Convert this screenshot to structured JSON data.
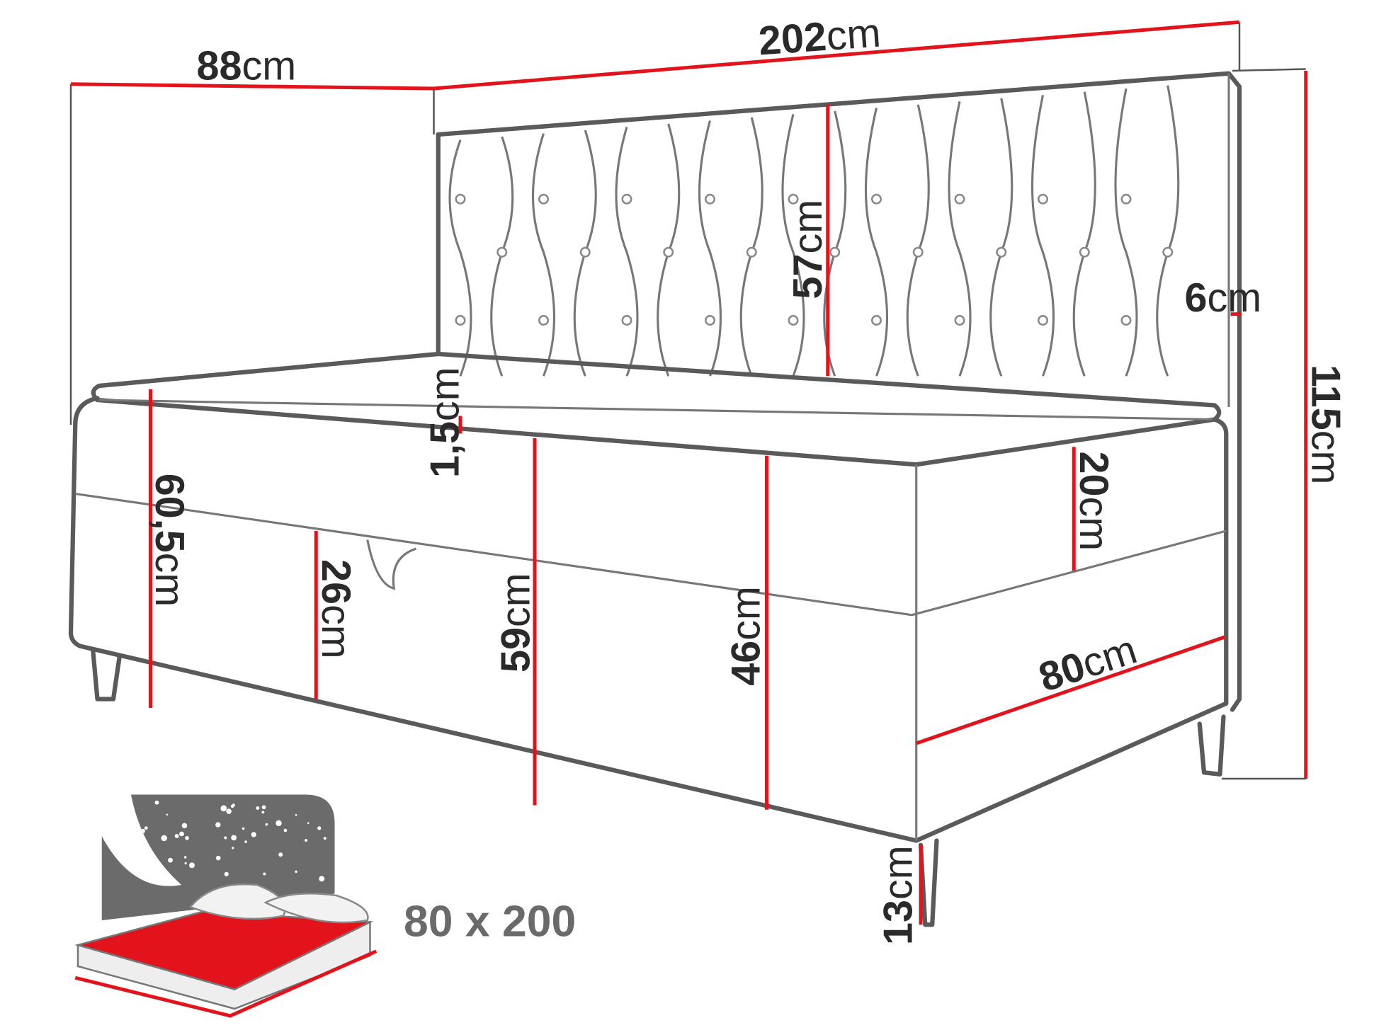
{
  "diagram": {
    "title": "Bed dimensions drawing",
    "accent_color": "#e3131b",
    "dimensions": {
      "depth": {
        "value": "88",
        "unit": "cm"
      },
      "length": {
        "value": "202",
        "unit": "cm"
      },
      "headboard_panel": {
        "value": "57",
        "unit": "cm"
      },
      "headboard_thickness": {
        "value": "6",
        "unit": "cm"
      },
      "total_height": {
        "value": "115",
        "unit": "cm"
      },
      "topper": {
        "value": "1,5",
        "unit": "cm"
      },
      "side_height": {
        "value": "60,5",
        "unit": "cm"
      },
      "storage_height": {
        "value": "26",
        "unit": "cm"
      },
      "mattress_top_height": {
        "value": "59",
        "unit": "cm"
      },
      "sleeping_height": {
        "value": "46",
        "unit": "cm"
      },
      "mattress_thickness": {
        "value": "20",
        "unit": "cm"
      },
      "width": {
        "value": "80",
        "unit": "cm"
      },
      "leg_height": {
        "value": "13",
        "unit": "cm"
      }
    },
    "sleeping_area": "80 x 200"
  }
}
